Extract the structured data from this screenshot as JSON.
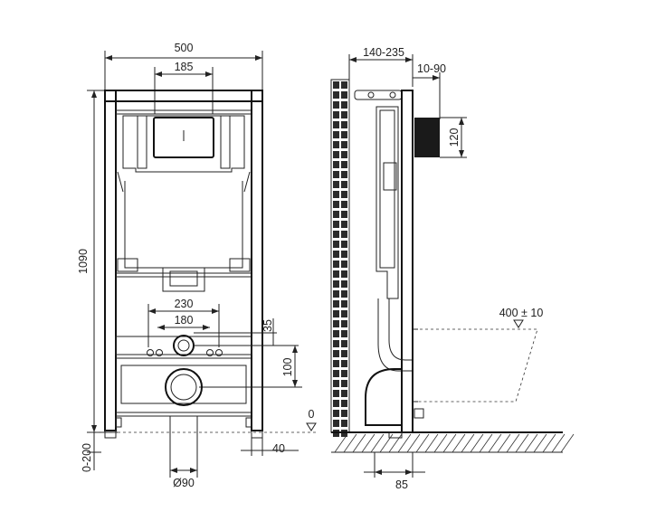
{
  "dimensions": {
    "frame_width": "500",
    "tank_width": "185",
    "height": "1090",
    "pipe_spacing_outer": "230",
    "pipe_spacing_inner": "180",
    "drain_offset": "35",
    "drain_to_outlet": "100",
    "leg_adjust": "0-200",
    "foot_offset": "40",
    "outlet_diameter": "Ø90",
    "wall_depth": "140-235",
    "frame_gap": "10-90",
    "valve_height": "120",
    "bowl_height": "400 ± 10",
    "floor_level": "0",
    "foot_depth": "85"
  },
  "colors": {
    "line": "#222222",
    "brick": "#2b2b2b",
    "background": "#ffffff"
  }
}
